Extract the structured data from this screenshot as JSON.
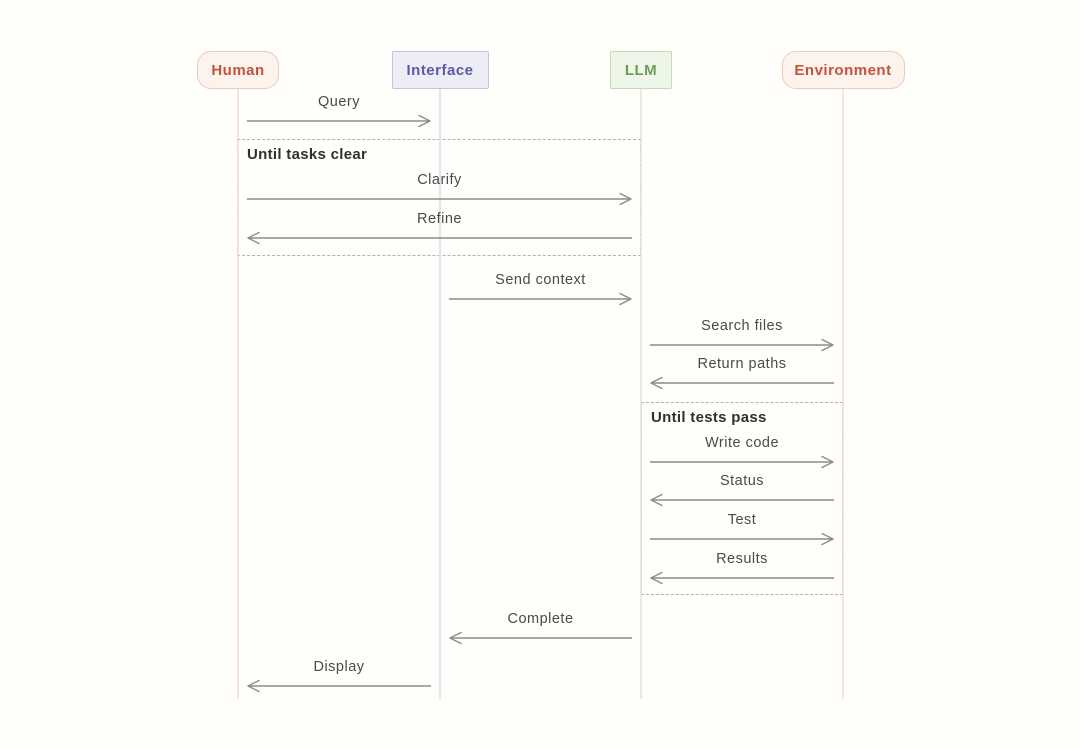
{
  "diagram": {
    "type": "sequence-diagram",
    "actors": [
      {
        "label": "Human",
        "shape": "rounded",
        "theme": "salmon"
      },
      {
        "label": "Interface",
        "shape": "rect",
        "theme": "purple"
      },
      {
        "label": "LLM",
        "shape": "rect",
        "theme": "green"
      },
      {
        "label": "Environment",
        "shape": "rounded",
        "theme": "salmon"
      }
    ],
    "messages": [
      {
        "label": "Query",
        "from": "Human",
        "to": "Interface"
      },
      {
        "label": "Clarify",
        "from": "Human",
        "to": "LLM"
      },
      {
        "label": "Refine",
        "from": "LLM",
        "to": "Human"
      },
      {
        "label": "Send context",
        "from": "Interface",
        "to": "LLM"
      },
      {
        "label": "Search files",
        "from": "LLM",
        "to": "Environment"
      },
      {
        "label": "Return paths",
        "from": "Environment",
        "to": "LLM"
      },
      {
        "label": "Write code",
        "from": "LLM",
        "to": "Environment"
      },
      {
        "label": "Status",
        "from": "Environment",
        "to": "LLM"
      },
      {
        "label": "Test",
        "from": "LLM",
        "to": "Environment"
      },
      {
        "label": "Results",
        "from": "Environment",
        "to": "LLM"
      },
      {
        "label": "Complete",
        "from": "LLM",
        "to": "Interface"
      },
      {
        "label": "Display",
        "from": "Interface",
        "to": "Human"
      }
    ],
    "loops": [
      {
        "label": "Until tasks clear",
        "spans": [
          "Human",
          "LLM"
        ],
        "messages": [
          "Clarify",
          "Refine"
        ]
      },
      {
        "label": "Until tests pass",
        "spans": [
          "LLM",
          "Environment"
        ],
        "messages": [
          "Write code",
          "Status",
          "Test",
          "Results"
        ]
      }
    ],
    "colors": {
      "background": "#fffefb",
      "arrow": "#8d8c88",
      "message_text": "#4b4a46",
      "loop_border": "#b5b1ab",
      "loop_text": "#323129",
      "themes": {
        "salmon": {
          "fill": "#fdf3ed",
          "border": "#edcaba",
          "text": "#c0543e",
          "lifeline": "#f3ddd6"
        },
        "purple": {
          "fill": "#ededf6",
          "border": "#c6c5e2",
          "text": "#5d58a9",
          "lifeline": "#dddcee"
        },
        "green": {
          "fill": "#eef5e9",
          "border": "#c5dcb3",
          "text": "#6e9b54",
          "lifeline": "#d9e9d2"
        }
      }
    }
  }
}
